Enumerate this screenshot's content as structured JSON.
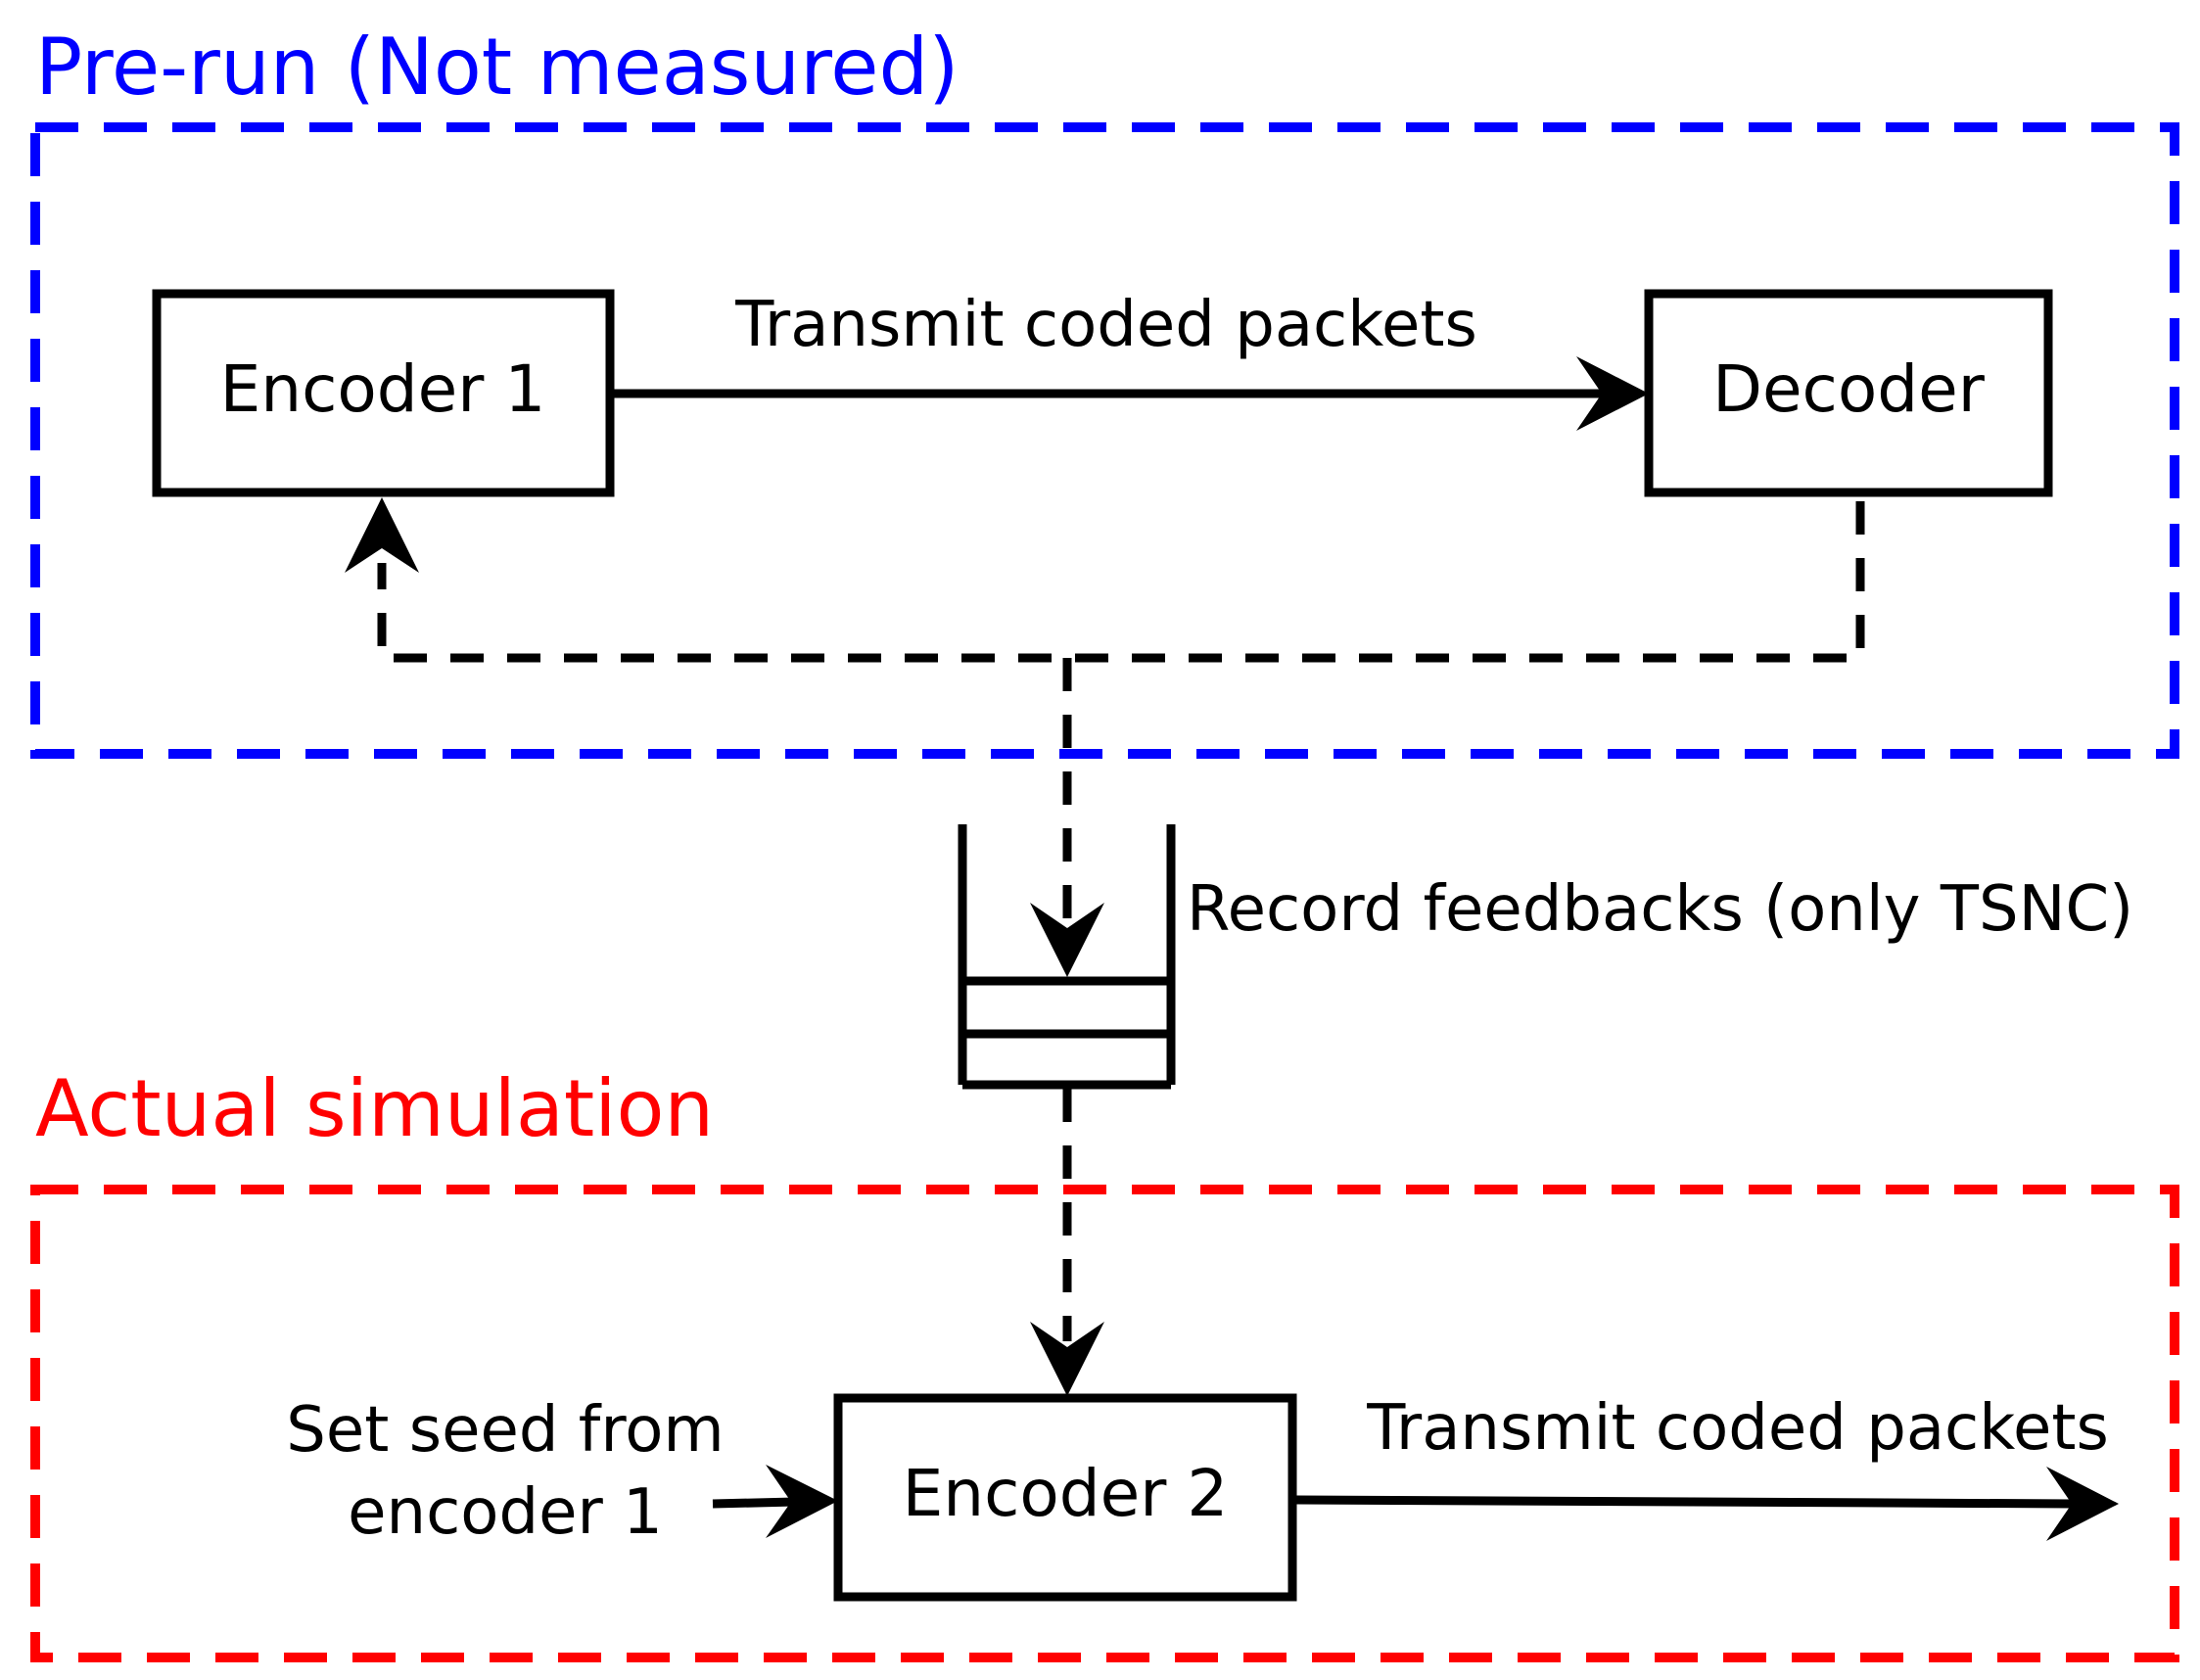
{
  "colors": {
    "prerun": "#0000ff",
    "actual": "#ff0000",
    "ink": "#000000",
    "background": "#ffffff"
  },
  "sections": {
    "prerun": {
      "title": "Pre-run (Not measured)"
    },
    "actual": {
      "title": "Actual simulation"
    }
  },
  "nodes": {
    "encoder1": {
      "label": "Encoder 1"
    },
    "decoder": {
      "label": "Decoder"
    },
    "encoder2": {
      "label": "Encoder 2"
    },
    "queue": {
      "label": "Record feedbacks (only TSNC)"
    }
  },
  "edges": {
    "transmit_prerun": {
      "label": "Transmit coded packets"
    },
    "transmit_actual": {
      "label": "Transmit coded packets"
    },
    "seed": {
      "label_line1": "Set seed from",
      "label_line2": "encoder 1"
    }
  }
}
